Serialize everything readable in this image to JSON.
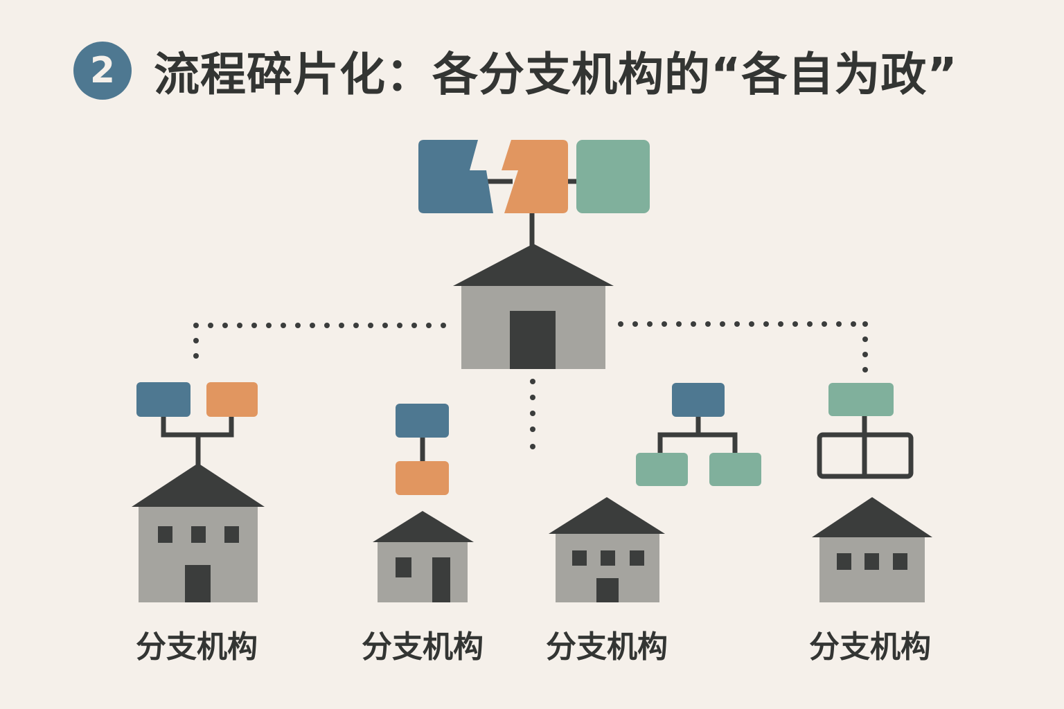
{
  "header": {
    "step_number": "2",
    "title": "流程碎片化：各分支机构的“各自为政”"
  },
  "branches": [
    {
      "label": "分支机构"
    },
    {
      "label": "分支机构"
    },
    {
      "label": "分支机构"
    },
    {
      "label": "分支机构"
    }
  ],
  "colors": {
    "background": "#f5f0ea",
    "blue": "#4e7891",
    "orange": "#e19660",
    "teal": "#80b09c",
    "building": "#a5a49f",
    "dark": "#3b3d3c"
  },
  "icons": [
    "house-icon",
    "process-block-icon",
    "connector-icon"
  ]
}
